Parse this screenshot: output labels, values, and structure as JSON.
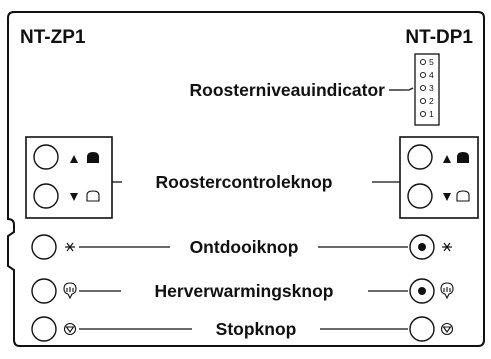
{
  "models": {
    "left": "NT-ZP1",
    "right": "NT-DP1"
  },
  "level_indicator": {
    "label": "Roosterniveauindicator",
    "levels": [
      "5",
      "4",
      "3",
      "2",
      "1"
    ]
  },
  "grate_control": {
    "label": "Roostercontroleknop"
  },
  "buttons": {
    "defrost": "Ontdooiknop",
    "reheat": "Herverwarmingsknop",
    "stop": "Stopknop"
  },
  "icons": {
    "up": "triangle-up-icon",
    "down": "triangle-down-icon",
    "filled_square": "filled-square-icon",
    "open_square": "open-square-icon",
    "defrost": "snowflake-icon",
    "reheat": "reheat-icon",
    "stop": "stop-icon"
  }
}
